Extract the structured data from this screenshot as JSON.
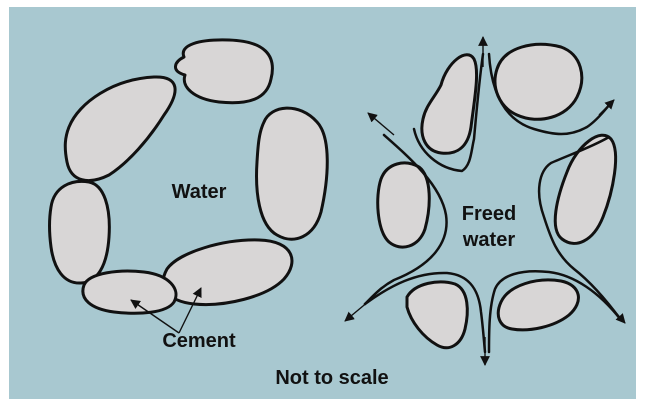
{
  "labels": {
    "water": "Water",
    "cement": "Cement",
    "freed_line1": "Freed",
    "freed_line2": "water",
    "scale_note": "Not to scale"
  },
  "colors": {
    "background": "#a8c8d0",
    "grain_fill": "#d8d6d6",
    "outline": "#111111"
  }
}
